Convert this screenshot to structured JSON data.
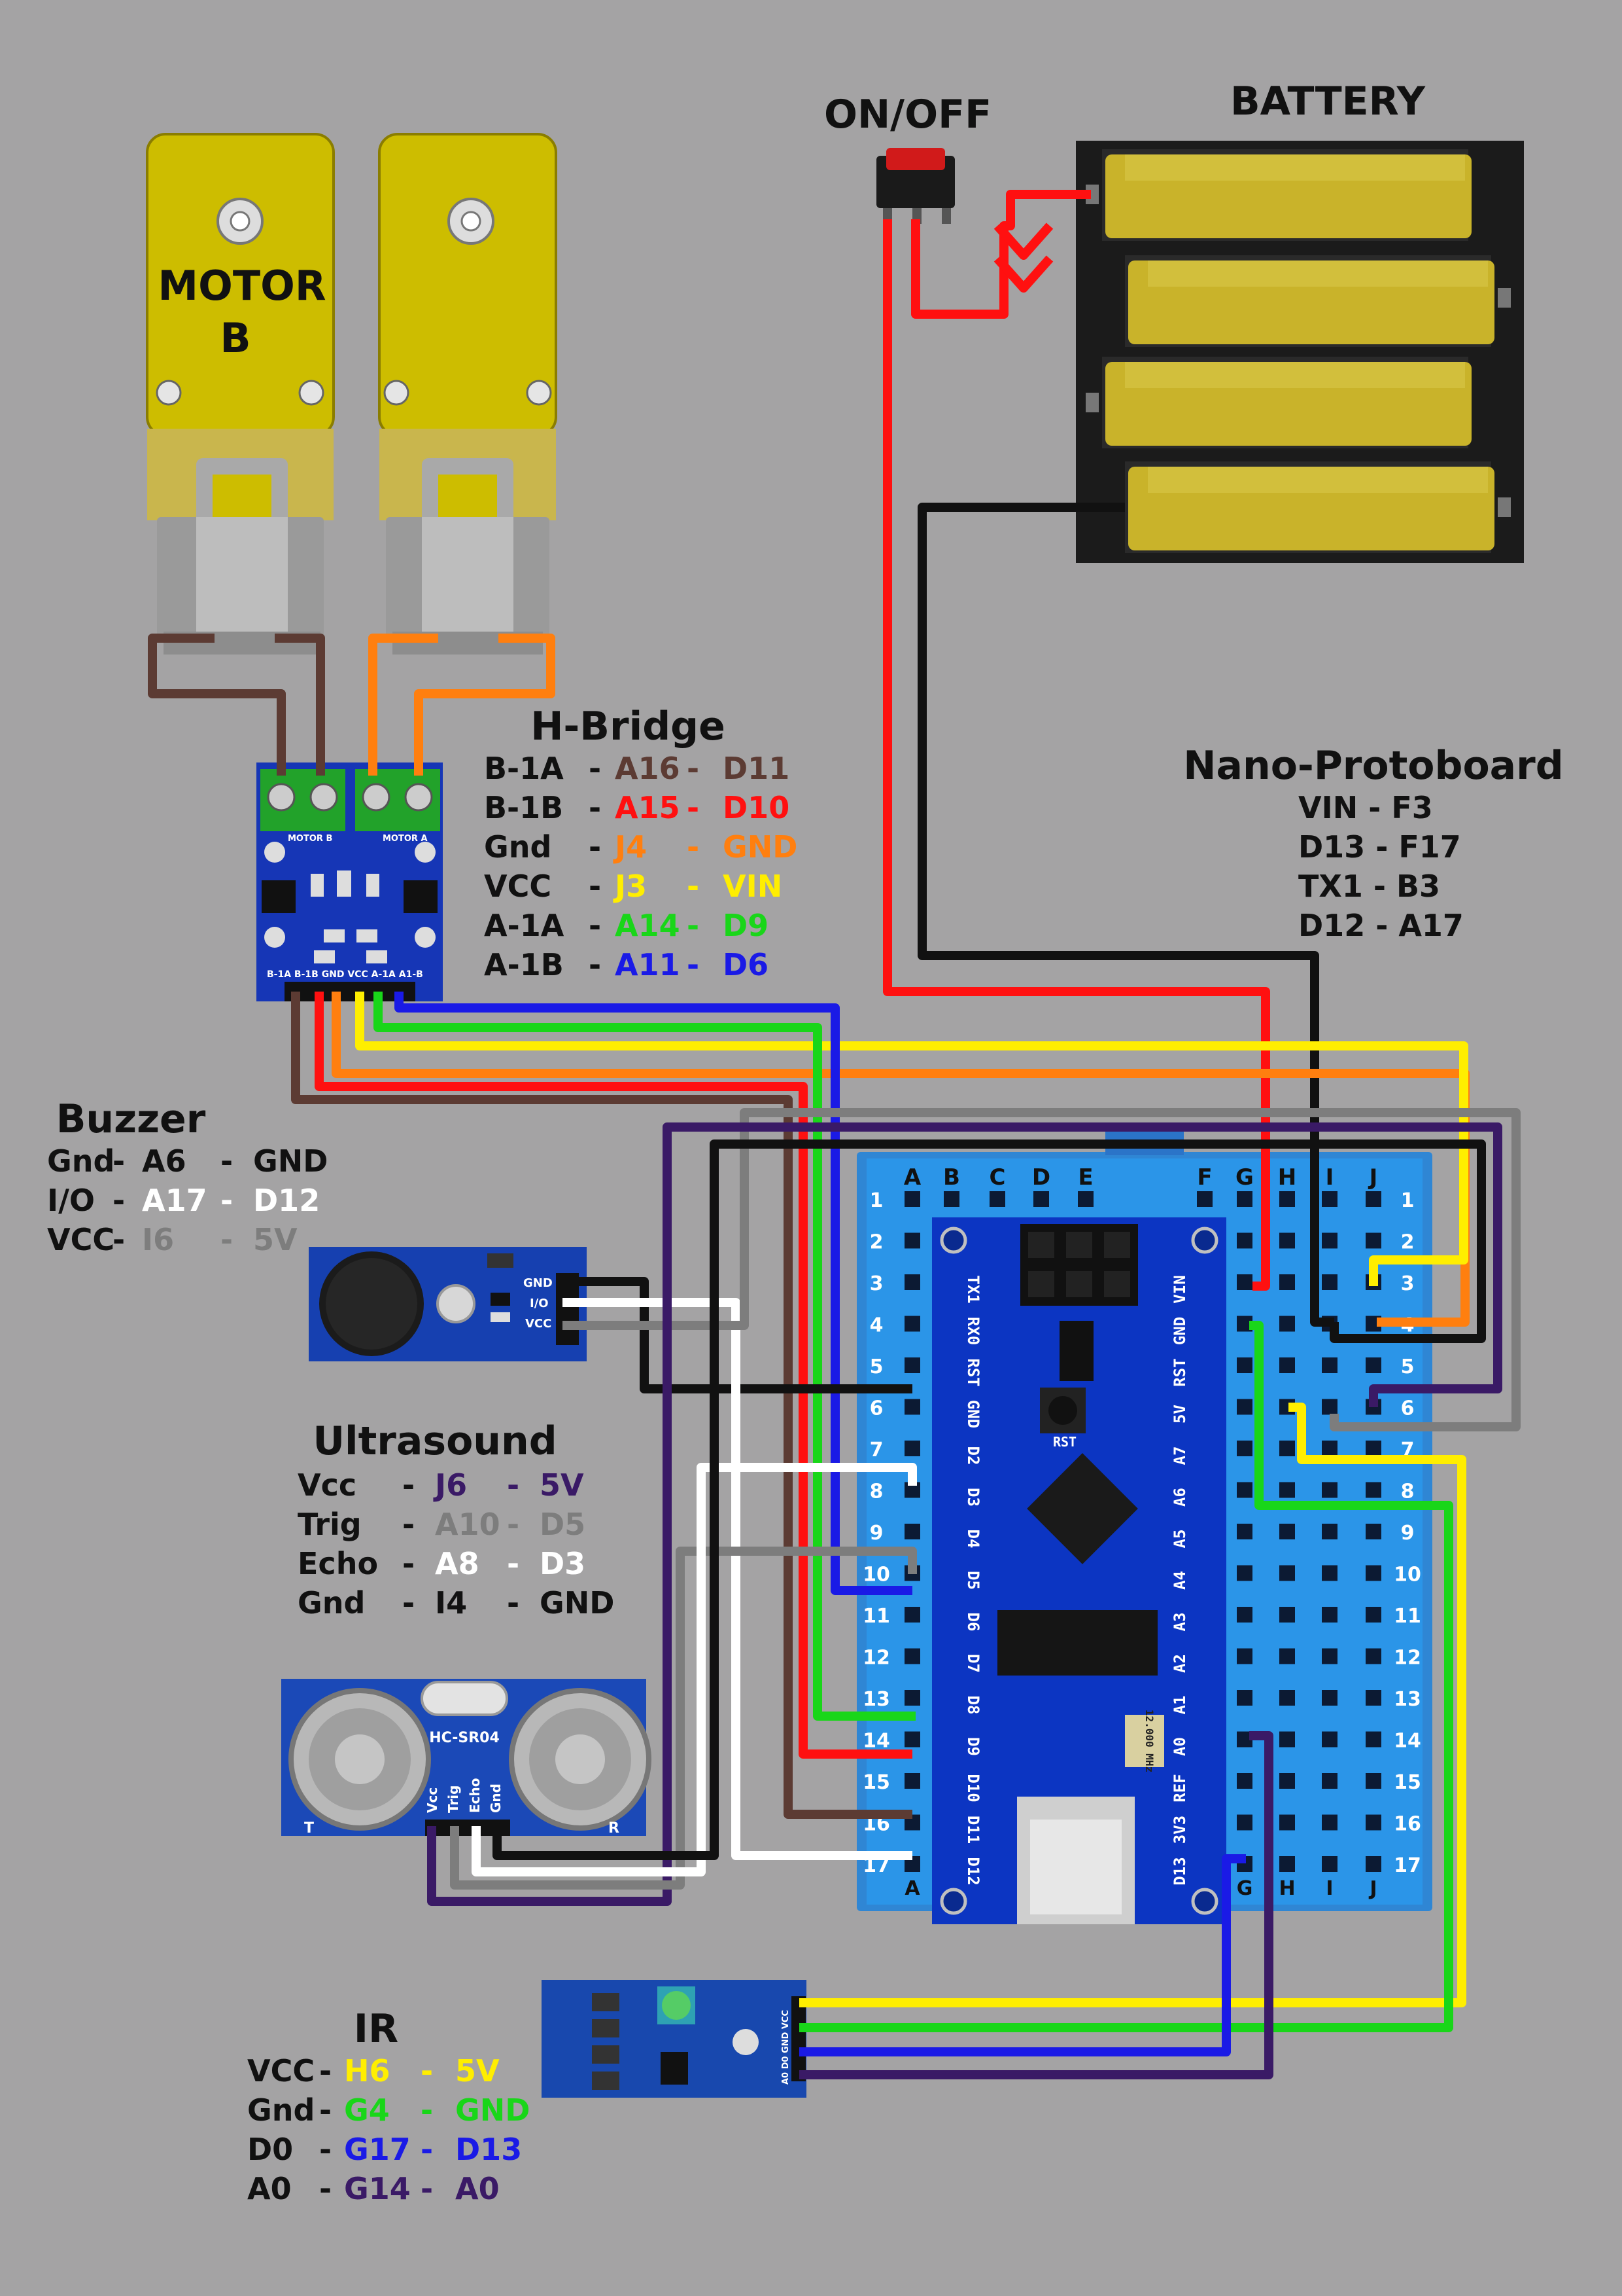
{
  "switch": {
    "label": "ON/OFF"
  },
  "battery": {
    "label": "BATTERY"
  },
  "motor_b": {
    "line1": "MOTOR",
    "line2": "B"
  },
  "hbridge": {
    "title": "H-Bridge",
    "board_labels": {
      "motor_b": "MOTOR B",
      "motor_a": "MOTOR A",
      "pins": "B-1A B-1B GND VCC A-1A A1-B"
    },
    "rows": [
      {
        "name": "B-1A",
        "sep": "-",
        "board": "A16",
        "sep2": "-",
        "pin": "D11",
        "color": "#5c3b33"
      },
      {
        "name": "B-1B",
        "sep": "-",
        "board": "A15",
        "sep2": "-",
        "pin": "D10",
        "color": "#ff1010"
      },
      {
        "name": "Gnd",
        "sep": "-",
        "board": "J4",
        "sep2": "-",
        "pin": "GND",
        "color": "#ff7f0f"
      },
      {
        "name": "VCC",
        "sep": "-",
        "board": "J3",
        "sep2": "-",
        "pin": "VIN",
        "color": "#ffee00"
      },
      {
        "name": "A-1A",
        "sep": "-",
        "board": "A14",
        "sep2": "-",
        "pin": "D9",
        "color": "#19d619"
      },
      {
        "name": "A-1B",
        "sep": "-",
        "board": "A11",
        "sep2": "-",
        "pin": "D6",
        "color": "#1a1ae6"
      }
    ]
  },
  "nano": {
    "title": "Nano-Protoboard",
    "rows": [
      "VIN - F3",
      "D13 - F17",
      "TX1 - B3",
      "D12 - A17"
    ]
  },
  "buzzer": {
    "title": "Buzzer",
    "board_labels": {
      "gnd": "GND",
      "io": "I/O",
      "vcc": "VCC"
    },
    "rows": [
      {
        "name": "Gnd",
        "sep": "-",
        "board": "A6",
        "sep2": "-",
        "pin": "GND",
        "color": "#111111"
      },
      {
        "name": "I/O",
        "sep": "-",
        "board": "A17",
        "sep2": "-",
        "pin": "D12",
        "color": "#ffffff"
      },
      {
        "name": "VCC",
        "sep": "-",
        "board": "I6",
        "sep2": "-",
        "pin": "5V",
        "color": "#7d7d7d"
      }
    ]
  },
  "ultrasound": {
    "title": "Ultrasound",
    "model": "HC-SR04",
    "side_t": "T",
    "side_r": "R",
    "pin_labels": [
      "Vcc",
      "Trig",
      "Echo",
      "Gnd"
    ],
    "rows": [
      {
        "name": "Vcc",
        "sep": "-",
        "board": "J6",
        "sep2": "-",
        "pin": "5V",
        "color": "#3a1a66"
      },
      {
        "name": "Trig",
        "sep": "-",
        "board": "A10",
        "sep2": "-",
        "pin": "D5",
        "color": "#7d7d7d"
      },
      {
        "name": "Echo",
        "sep": "-",
        "board": "A8",
        "sep2": "-",
        "pin": "D3",
        "color": "#ffffff"
      },
      {
        "name": "Gnd",
        "sep": "-",
        "board": "I4",
        "sep2": "-",
        "pin": "GND",
        "color": "#111111"
      }
    ]
  },
  "ir": {
    "title": "IR",
    "pin_labels": "A0 D0 GND VCC",
    "rows": [
      {
        "name": "VCC",
        "sep": "-",
        "board": "H6",
        "sep2": "-",
        "pin": "5V",
        "color": "#ffee00"
      },
      {
        "name": "Gnd",
        "sep": "-",
        "board": "G4",
        "sep2": "-",
        "pin": "GND",
        "color": "#19d619"
      },
      {
        "name": "D0",
        "sep": "-",
        "board": "G17",
        "sep2": "-",
        "pin": "D13",
        "color": "#1a1ae6"
      },
      {
        "name": "A0",
        "sep": "-",
        "board": "G14",
        "sep2": "-",
        "pin": "A0",
        "color": "#3a1a66"
      }
    ]
  },
  "breadboard": {
    "cols_left": [
      "A",
      "B",
      "C",
      "D",
      "E"
    ],
    "cols_right": [
      "F",
      "G",
      "H",
      "I",
      "J"
    ],
    "rows": [
      "1",
      "2",
      "3",
      "4",
      "5",
      "6",
      "7",
      "8",
      "9",
      "10",
      "11",
      "12",
      "13",
      "14",
      "15",
      "16",
      "17"
    ]
  },
  "arduino": {
    "left_pins": [
      "TX1",
      "RX0",
      "RST",
      "GND",
      "D2",
      "D3",
      "D4",
      "D5",
      "D6",
      "D7",
      "D8",
      "D9",
      "D10",
      "D11",
      "D12"
    ],
    "right_pins": [
      "VIN",
      "GND",
      "RST",
      "5V",
      "A7",
      "A6",
      "A5",
      "A4",
      "A3",
      "A2",
      "A1",
      "A0",
      "REF",
      "3V3",
      "D13"
    ],
    "rst_label": "RST",
    "crystal": "12.000 MHz"
  }
}
